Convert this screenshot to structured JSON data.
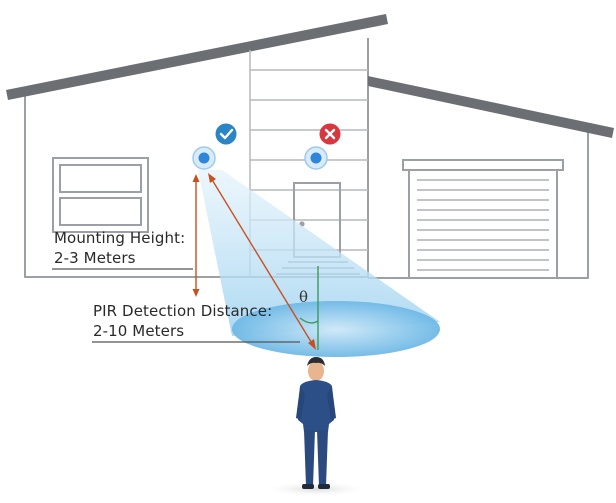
{
  "labels": {
    "mounting_height_title": "Mounting Height:",
    "mounting_height_value": "2-3 Meters",
    "pir_distance_title": "PIR Detection Distance:",
    "pir_distance_value": "2-10 Meters",
    "angle_symbol": "θ"
  },
  "status_icons": {
    "correct": "check-icon",
    "incorrect": "cross-icon"
  },
  "colors": {
    "correct": "#2a84c6",
    "incorrect": "#d9363e",
    "sensor": "#2f86d8",
    "beam": "#bfe0f5",
    "measure": "#c8501f",
    "wall": "#9aa0a6",
    "roof": "#6b6f73",
    "person": "#2d4f87"
  }
}
